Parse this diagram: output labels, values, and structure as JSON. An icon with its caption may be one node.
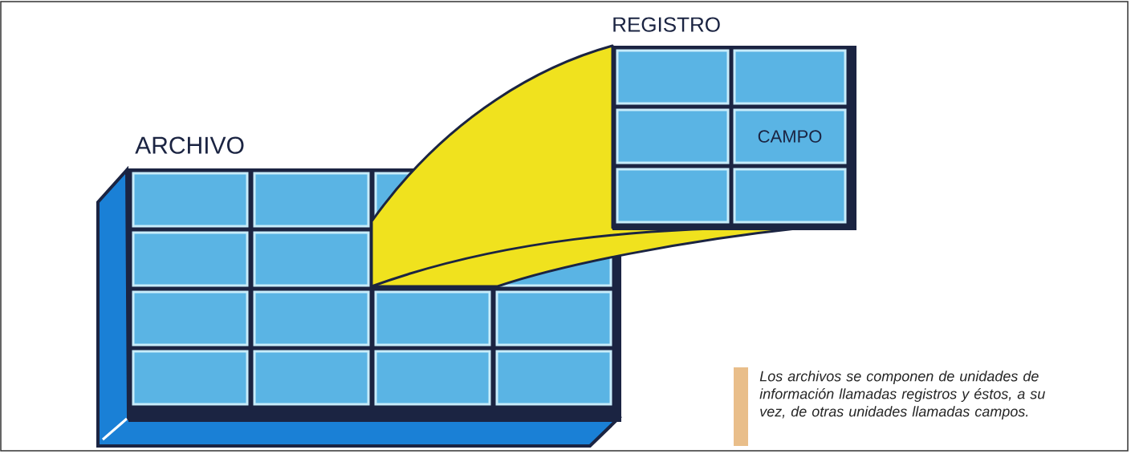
{
  "diagram": {
    "caption": "Los archivos se componen de unidades de información llamadas registros y éstos, a su vez, de otras unidades llamadas campos.",
    "nodes": [
      {
        "text": [
          "ARCHIVO"
        ]
      },
      {
        "text": [
          "REGISTRO"
        ]
      },
      {
        "text": [
          "CAMPO"
        ],
        "in": 1
      }
    ]
  }
}
